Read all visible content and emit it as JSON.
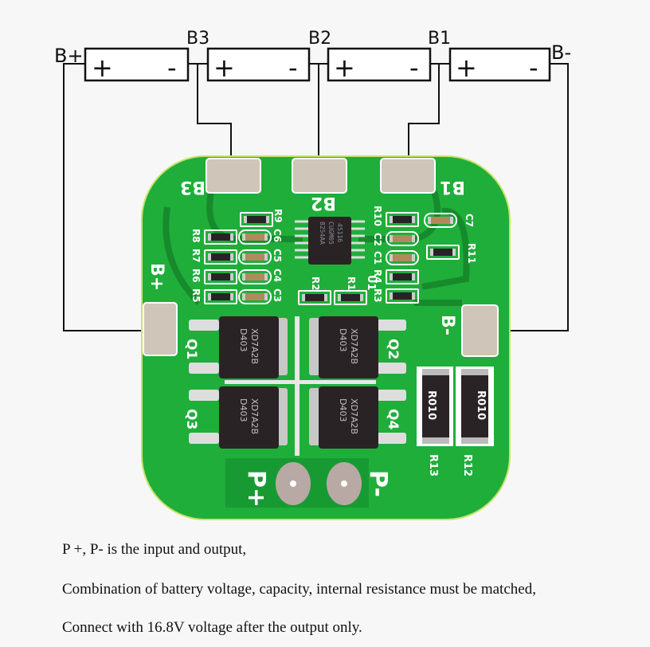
{
  "diagram": {
    "terminals": {
      "b_plus": "B+",
      "b3": "B3",
      "b2": "B2",
      "b1": "B1",
      "b_minus": "B-"
    },
    "cell_plus": "+",
    "cell_minus": "-",
    "board": {
      "pads": {
        "b3": "B3",
        "b2": "B2",
        "b1": "B1",
        "b_plus": "B+",
        "b_minus": "B-",
        "p_plus": "P+",
        "p_minus": "P-"
      },
      "ic": {
        "ref": "U1",
        "marking": [
          "8254AA",
          "CUGM05",
          "45116"
        ]
      },
      "mosfets": [
        "Q1",
        "Q2",
        "Q3",
        "Q4"
      ],
      "mosfet_marking": [
        "D403",
        "XD7A2B"
      ],
      "resistors_left": [
        "R8",
        "R7",
        "R6",
        "R5"
      ],
      "caps_left": [
        "C6",
        "C5",
        "C4",
        "C3"
      ],
      "resistors_right": [
        "R10",
        "R4",
        "R3"
      ],
      "caps_right": [
        "C2",
        "C1"
      ],
      "misc": {
        "r9": "R9",
        "r2": "R2",
        "r1": "R1",
        "c7": "C7",
        "r11": "R11",
        "r13": "R13",
        "r12": "R12"
      },
      "shunt_value": "R010"
    }
  },
  "notes": [
    "P +, P- is the input and output,",
    "Combination of battery voltage, capacity, internal resistance must be matched,",
    "Connect with 16.8V voltage after the output only."
  ],
  "colors": {
    "pcb": "#1fae3a",
    "trace": "#178a2c",
    "silk": "#ffffff",
    "pad": "#cfc5b8",
    "chip": "#2a2326"
  }
}
